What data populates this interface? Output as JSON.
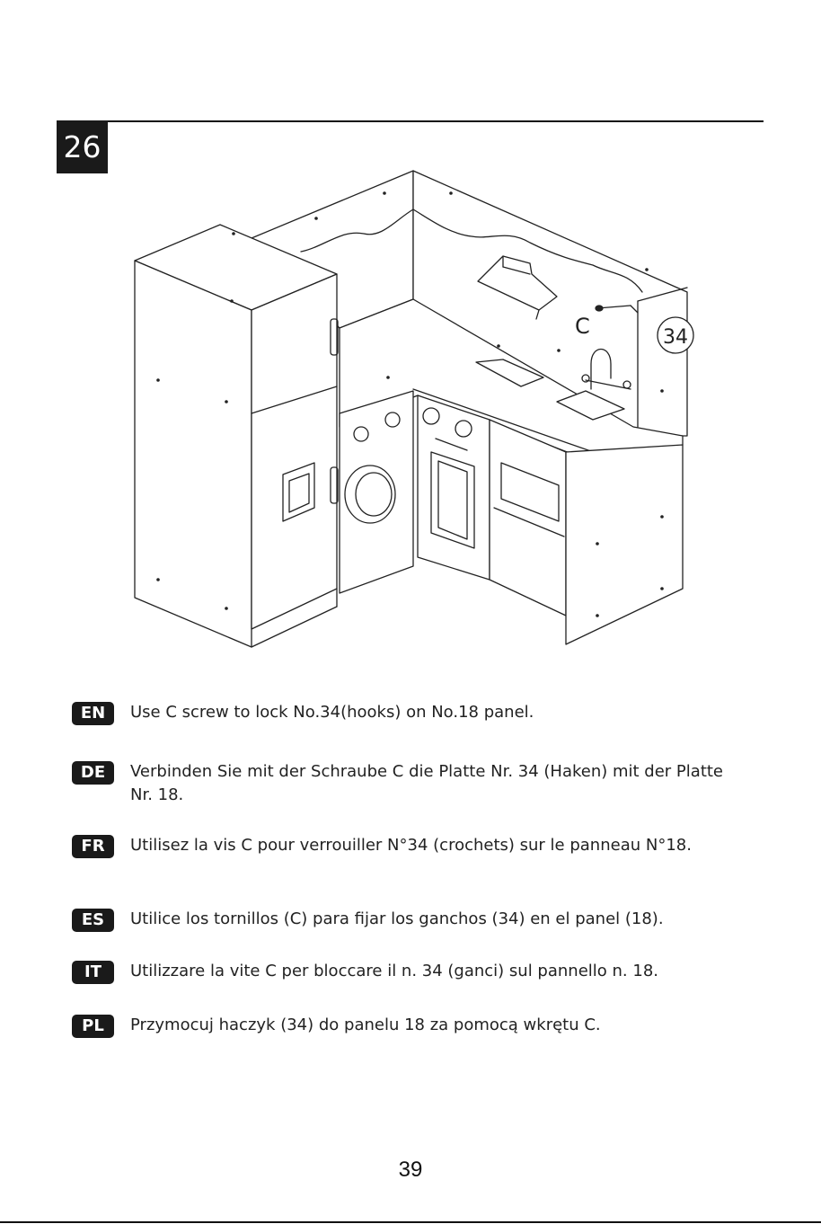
{
  "step": {
    "number": "26"
  },
  "figure": {
    "screw_label": "C",
    "part_label": "34"
  },
  "instructions": [
    {
      "lang": "EN",
      "text": "Use C screw to lock No.34(hooks) on No.18 panel."
    },
    {
      "lang": "DE",
      "text": "Verbinden Sie mit der Schraube C die Platte Nr. 34 (Haken) mit der Platte Nr. 18."
    },
    {
      "lang": "FR",
      "text": "Utilisez la vis C pour verrouiller N°34 (crochets) sur le panneau N°18."
    },
    {
      "lang": "ES",
      "text": "Utilice los tornillos (C) para fijar los ganchos (34) en el panel (18)."
    },
    {
      "lang": "IT",
      "text": "Utilizzare la vite C per bloccare il n. 34 (ganci) sul pannello n. 18."
    },
    {
      "lang": "PL",
      "text": "Przymocuj haczyk (34) do panelu 18 za pomocą wkrętu C."
    }
  ],
  "page": {
    "number": "39"
  }
}
